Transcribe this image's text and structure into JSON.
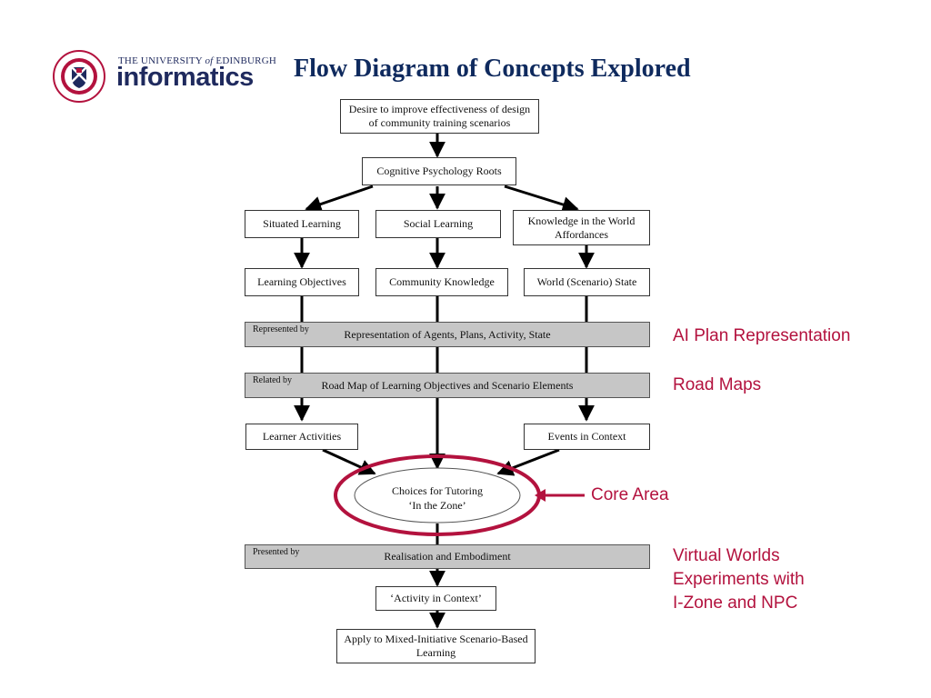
{
  "header": {
    "university_prefix": "THE UNIVERSITY",
    "university_of": "of",
    "university_suffix": "EDINBURGH",
    "brand": "informatics",
    "title": "Flow Diagram of Concepts Explored"
  },
  "diagram": {
    "start": "Desire to improve effectiveness of design of community training scenarios",
    "roots": "Cognitive Psychology Roots",
    "situated_learning": "Situated Learning",
    "social_learning": "Social Learning",
    "knowledge_world": "Knowledge in the World Affordances",
    "learning_objectives": "Learning Objectives",
    "community_knowledge": "Community Knowledge",
    "world_state": "World (Scenario) State",
    "band_represented": {
      "small": "Represented by",
      "main": "Representation of Agents, Plans, Activity, State"
    },
    "band_related": {
      "small": "Related by",
      "main": "Road Map of Learning Objectives and Scenario Elements"
    },
    "learner_activities": "Learner Activities",
    "events_context": "Events in Context",
    "choices_line1": "Choices for Tutoring",
    "choices_line2": "‘In the Zone’",
    "band_presented": {
      "small": "Presented by",
      "main": "Realisation and Embodiment"
    },
    "activity_context": "‘Activity in Context’",
    "apply": "Apply to Mixed-Initiative Scenario-Based Learning"
  },
  "annotations": {
    "ai_plan": "AI Plan Representation",
    "road_maps": "Road Maps",
    "core_area": "Core Area",
    "virtual_1": "Virtual Worlds",
    "virtual_2": "Experiments with",
    "virtual_3": "I-Zone and NPC"
  },
  "colors": {
    "accent_red": "#b3123e",
    "title_blue": "#0f2a5e",
    "band_gray": "#c6c6c6"
  }
}
